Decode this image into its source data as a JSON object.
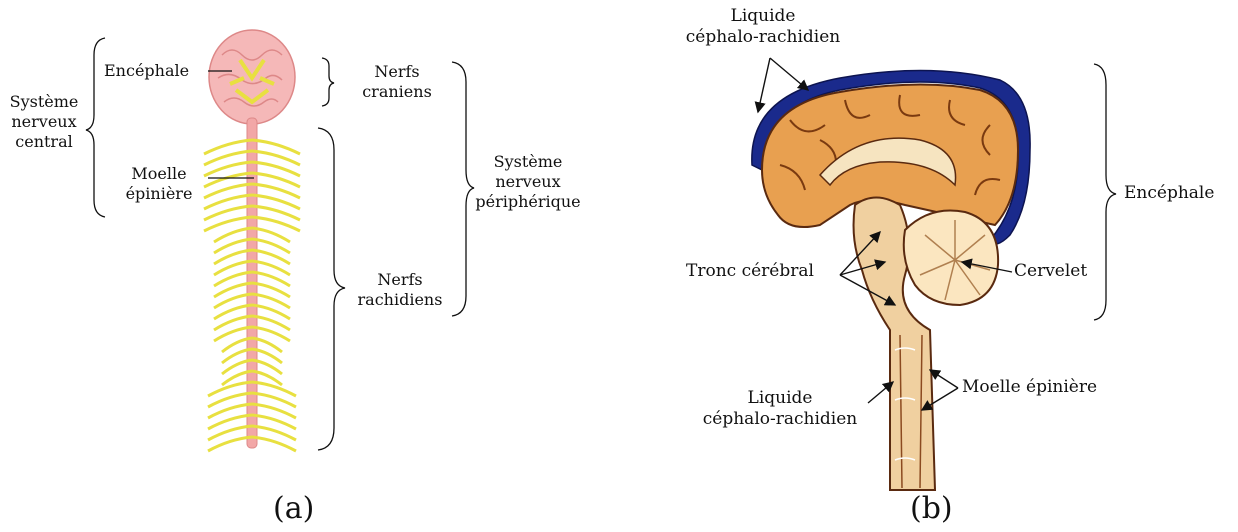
{
  "panel_a": {
    "caption": "(a)",
    "labels": {
      "encephale": "Encéphale",
      "systeme_central": [
        "Système",
        "nerveux",
        "central"
      ],
      "moelle": [
        "Moelle",
        "épinière"
      ],
      "nerfs_craniens": [
        "Nerfs",
        "craniens"
      ],
      "nerfs_rachidiens": [
        "Nerfs",
        "rachidiens"
      ],
      "systeme_peripherique": [
        "Système",
        "nerveux",
        "périphérique"
      ]
    },
    "colors": {
      "brain": "#f5b8b8",
      "spinal_cord": "#f2a7a7",
      "nerves": "#e8e040"
    }
  },
  "panel_b": {
    "caption": "(b)",
    "labels": {
      "lcr_top": [
        "Liquide",
        "céphalo-rachidien"
      ],
      "encephale": "Encéphale",
      "tronc": "Tronc cérébral",
      "cervelet": "Cervelet",
      "moelle": "Moelle épinière",
      "lcr_bottom": [
        "Liquide",
        "céphalo-rachidien"
      ]
    },
    "colors": {
      "csf": "#1a2a8c",
      "brain": "#e8a050",
      "tissue": "#f0d0a0",
      "outline": "#5a2a10"
    }
  }
}
